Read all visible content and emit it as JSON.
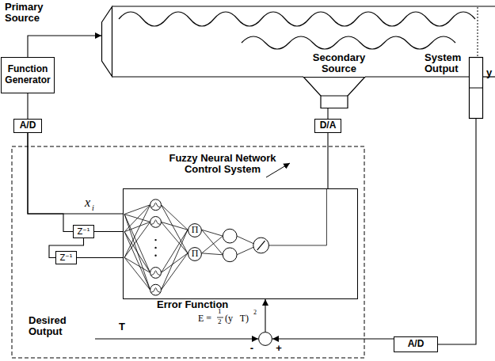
{
  "diagram": {
    "nodes": [
      {
        "text": [
          "Primary Source"
        ]
      },
      {
        "text": [
          "Function Generator"
        ]
      },
      {
        "text": [
          "A/D"
        ]
      },
      {
        "text": [
          "Secondary Source"
        ]
      },
      {
        "text": [
          "D/A"
        ]
      },
      {
        "text": [
          "System Output"
        ]
      },
      {
        "text": [
          "Fuzzy Neural Network Control System"
        ]
      },
      {
        "text": [
          "Π"
        ],
        "in": 6
      },
      {
        "text": [
          "Π"
        ],
        "in": 6
      },
      {
        "text": [
          "Z⁻¹"
        ]
      },
      {
        "text": [
          "Z⁻¹"
        ]
      },
      {
        "text": [
          "-",
          "+"
        ]
      },
      {
        "text": [
          "A/D"
        ]
      }
    ],
    "edges": [
      {
        "from": 1,
        "to": 0,
        "arrow": "to"
      },
      {
        "from": 1,
        "to": 2,
        "arrow": "none"
      },
      {
        "from": 2,
        "to": 6,
        "arrow": "none"
      },
      {
        "from": 2,
        "to": 9,
        "arrow": "none"
      },
      {
        "from": 9,
        "to": 6,
        "arrow": "none"
      },
      {
        "from": 9,
        "to": 10,
        "arrow": "none"
      },
      {
        "from": 10,
        "to": 6,
        "arrow": "none"
      },
      {
        "from": 6,
        "to": 4,
        "arrow": "none"
      },
      {
        "from": 4,
        "to": 3,
        "arrow": "none"
      },
      {
        "from": 5,
        "to": 12,
        "arrow": "none"
      },
      {
        "from": 12,
        "to": 11,
        "arrow": "to"
      },
      {
        "from": 11,
        "to": 6,
        "label": "Error Function",
        "arrow": "to"
      }
    ],
    "labels": [
      "y",
      "x",
      "i",
      "Desired Output",
      "T",
      "E =",
      "1",
      "2",
      "(y   T)",
      "2"
    ]
  }
}
